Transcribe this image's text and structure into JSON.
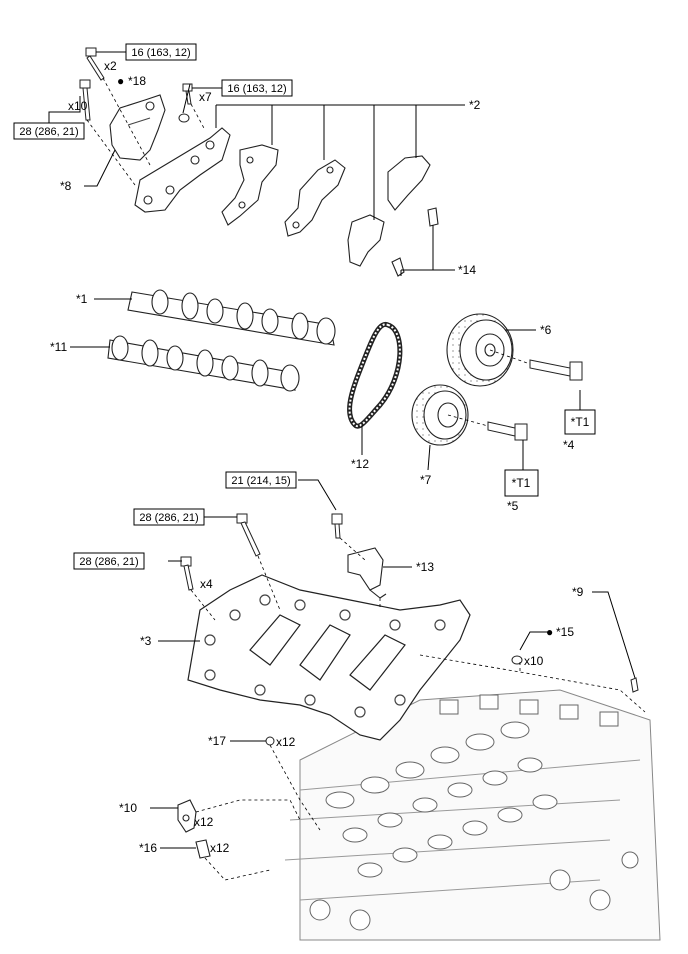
{
  "labels": {
    "p1": "*1",
    "p2": "*2",
    "p3": "*3",
    "p4": "*4",
    "p5": "*5",
    "p6": "*6",
    "p7": "*7",
    "p8": "*8",
    "p9": "*9",
    "p10": "*10",
    "p11": "*11",
    "p12": "*12",
    "p13": "*13",
    "p14": "*14",
    "p15": "*15",
    "p16": "*16",
    "p17": "*17",
    "p18": "*18"
  },
  "torque_specs": {
    "housing_bolt_top": "16 (163, 12)",
    "cap_bolt": "16 (163, 12)",
    "housing_bolt_left": "28 (286, 21)",
    "tensioner_bolt": "21 (214, 15)",
    "cover_bolt_long": "28 (286, 21)",
    "cover_bolt_short": "28 (286, 21)"
  },
  "quantities": {
    "housing_bolt_top": "x2",
    "cap_bolt": "x7",
    "housing_bolt_left": "x10",
    "cover_bolt_short": "x4",
    "oring_15": "x10",
    "oring_17": "x12",
    "rocker_10": "x12",
    "lash_16": "x12"
  },
  "tool_boxes": {
    "t1_a": "*T1",
    "t1_b": "*T1"
  },
  "symbols": {
    "non_reusable": "●"
  }
}
